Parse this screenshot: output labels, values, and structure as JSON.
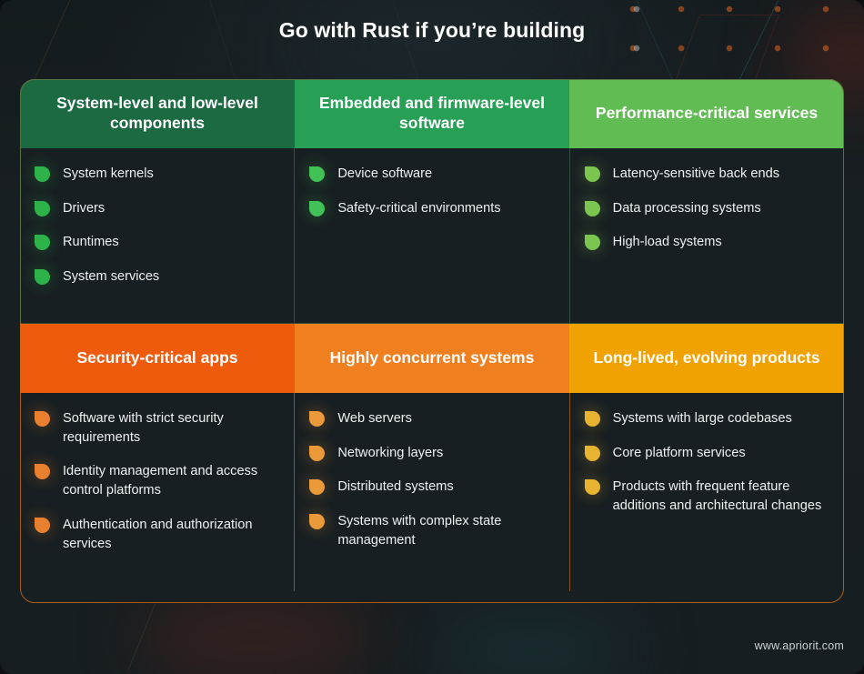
{
  "title": "Go with Rust if you’re building",
  "footer": "www.apriorit.com",
  "colors": {
    "page_bg": "#181f22",
    "green_dark": "#1c6a42",
    "green_mid": "#27a055",
    "green_light": "#62bc54",
    "orange_dark": "#ef5b0c",
    "orange_mid": "#ef7f1f",
    "amber": "#f0a202",
    "bullet_green_dark": "#2eb34a",
    "bullet_green_mid": "#42c256",
    "bullet_green_light": "#7cc64f",
    "bullet_orange_dark": "#e8802f",
    "bullet_orange_mid": "#eb9a3a",
    "bullet_amber": "#e8b330",
    "text_light": "#eef1f2",
    "footer_text": "#c9d0d3"
  },
  "table": {
    "rows": [
      {
        "id": "row-green",
        "columns": [
          {
            "header": "System-level and low-level components",
            "header_bg": "#1c6a42",
            "bullet_color": "#2eb34a",
            "items": [
              "System kernels",
              "Drivers",
              "Runtimes",
              "System services"
            ]
          },
          {
            "header": "Embedded and firmware-level software",
            "header_bg": "#27a055",
            "bullet_color": "#42c256",
            "items": [
              "Device software",
              "Safety-critical environments"
            ]
          },
          {
            "header": "Performance-critical services",
            "header_bg": "#62bc54",
            "bullet_color": "#7cc64f",
            "items": [
              "Latency-sensitive back ends",
              "Data processing systems",
              "High-load systems"
            ]
          }
        ]
      },
      {
        "id": "row-orange",
        "columns": [
          {
            "header": "Security-critical apps",
            "header_bg": "#ef5b0c",
            "bullet_color": "#e8802f",
            "items": [
              "Software with strict security requirements",
              "Identity management and access control platforms",
              "Authentication and authorization services"
            ]
          },
          {
            "header": "Highly concurrent systems",
            "header_bg": "#ef7f1f",
            "bullet_color": "#eb9a3a",
            "items": [
              "Web servers",
              "Networking layers",
              "Distributed systems",
              "Systems with complex state management"
            ]
          },
          {
            "header": "Long-lived, evolving products",
            "header_bg": "#f0a202",
            "bullet_color": "#e8b330",
            "items": [
              "Systems with large codebases",
              "Core platform services",
              "Products with frequent feature additions and architectural changes"
            ]
          }
        ]
      }
    ]
  }
}
